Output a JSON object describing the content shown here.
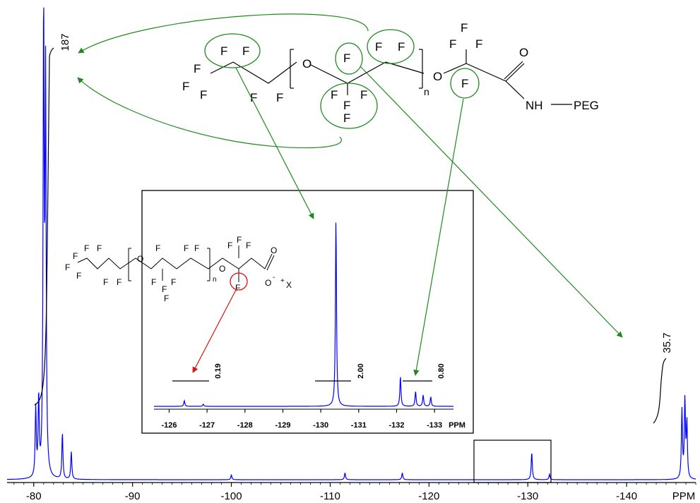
{
  "chart_data": [
    {
      "type": "line",
      "title": "",
      "xlabel": "PPM",
      "ylabel": "",
      "xlim": [
        -77.3,
        -147.0
      ],
      "x_reversed": true,
      "grid": false,
      "xticks": [
        -80,
        -90,
        -100,
        -110,
        -120,
        -130,
        -140
      ],
      "xtick_labels": [
        "-80",
        "-90",
        "-100",
        "-110",
        "-120",
        "-130",
        "-140"
      ],
      "series": [
        {
          "color": "#0000ff",
          "peaks": [
            {
              "x": -80.2,
              "height": 0.15
            },
            {
              "x": -80.5,
              "height": 0.17
            },
            {
              "x": -81.0,
              "height": 1.0
            },
            {
              "x": -81.2,
              "height": 0.85
            },
            {
              "x": -82.9,
              "height": 0.1
            },
            {
              "x": -83.8,
              "height": 0.06
            },
            {
              "x": -100.0,
              "height": 0.01
            },
            {
              "x": -111.5,
              "height": 0.015
            },
            {
              "x": -117.3,
              "height": 0.015
            },
            {
              "x": -130.4,
              "height": 0.06
            },
            {
              "x": -132.2,
              "height": 0.012
            },
            {
              "x": -145.6,
              "height": 0.15
            },
            {
              "x": -145.9,
              "height": 0.17
            },
            {
              "x": -146.1,
              "height": 0.12
            }
          ]
        }
      ],
      "integrals": [
        {
          "label": "187",
          "x": -81.0
        },
        {
          "label": "35.7",
          "x": -145.8
        }
      ]
    },
    {
      "type": "line",
      "title": "",
      "xlabel": "PPM",
      "xlim": [
        -125.6,
        -133.5
      ],
      "x_reversed": true,
      "xticks": [
        -126,
        -127,
        -128,
        -129,
        -130,
        -131,
        -132,
        -133
      ],
      "xtick_labels": [
        "-126",
        "-127",
        "-128",
        "-129",
        "-130",
        "-131",
        "-132",
        "-133"
      ],
      "series": [
        {
          "color": "#0000ff",
          "peaks": [
            {
              "x": -126.4,
              "height": 0.03
            },
            {
              "x": -126.9,
              "height": 0.012
            },
            {
              "x": -130.4,
              "height": 1.0
            },
            {
              "x": -132.1,
              "height": 0.16
            },
            {
              "x": -132.5,
              "height": 0.08
            },
            {
              "x": -132.7,
              "height": 0.06
            },
            {
              "x": -132.9,
              "height": 0.05
            }
          ]
        }
      ],
      "integrals": [
        {
          "label": "0.19",
          "x": -126.5
        },
        {
          "label": "2.00",
          "x": -130.4
        },
        {
          "label": "0.80",
          "x": -132.5
        }
      ]
    }
  ],
  "molecule_main": {
    "atoms": [
      "F",
      "F",
      "F",
      "F",
      "F",
      "F",
      "F",
      "O",
      "F",
      "F",
      "F",
      "F",
      "F",
      "F",
      "F",
      "O",
      "F",
      "F",
      "F",
      "F",
      "O",
      "NH",
      "PEG"
    ],
    "subscript": "n"
  },
  "molecule_inset": {
    "atoms": [
      "F",
      "F",
      "F",
      "F",
      "F",
      "F",
      "F",
      "O",
      "F",
      "F",
      "F",
      "F",
      "F",
      "F",
      "F",
      "O",
      "F",
      "F",
      "F",
      "F",
      "O",
      "O",
      "X"
    ],
    "subscript": "n",
    "charge_minus": "-",
    "charge_plus": "+"
  },
  "colors": {
    "spectrum": "#0000ff",
    "arrow_green": "#1e8a1e",
    "arrow_red": "#e01010",
    "integral": "#000000"
  }
}
